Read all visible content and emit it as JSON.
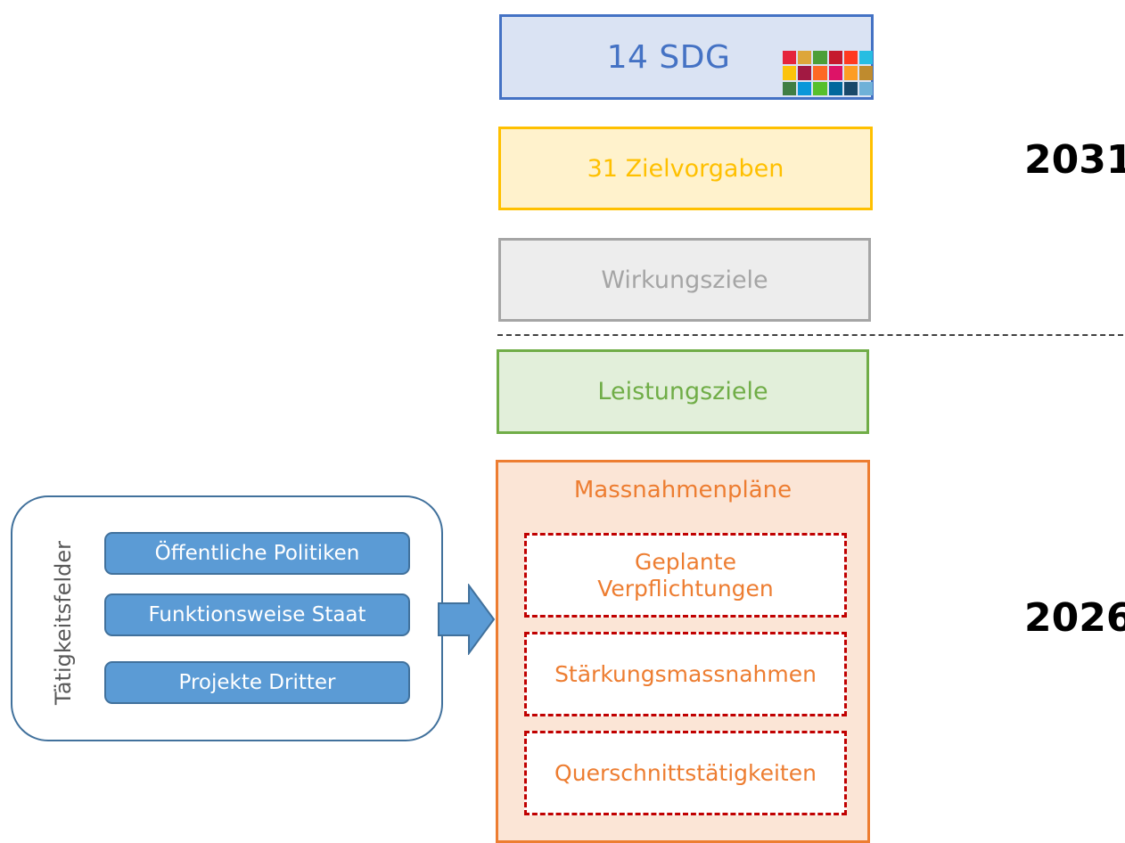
{
  "top_boxes": {
    "sdg": "14 SDG",
    "ziel": "31 Zielvorgaben",
    "wirkung": "Wirkungsziele",
    "leistung": "Leistungsziele"
  },
  "sdg_tile_colors": [
    "#e5243b",
    "#dda63a",
    "#4c9f38",
    "#c5192d",
    "#ff3a21",
    "#26bde2",
    "#fcc30b",
    "#a21942",
    "#fd6925",
    "#dd1367",
    "#fd9d24",
    "#bf8b2e",
    "#3f7e44",
    "#0a97d9",
    "#56c02b",
    "#00689d",
    "#19486a",
    "#6fb1d8"
  ],
  "massnahmen": {
    "title": "Massnahmenpläne",
    "items": [
      "Geplante\nVerpflichtungen",
      "Stärkungsmassnahmen",
      "Querschnittstätigkeiten"
    ]
  },
  "years": {
    "upper": "2031",
    "lower": "2026"
  },
  "taetigkeitsfelder": {
    "label": "Tätigkeitsfelder",
    "items": [
      "Öffentliche Politiken",
      "Funktionsweise Staat",
      "Projekte Dritter"
    ]
  },
  "colors": {
    "blue": "#4472c4",
    "gold": "#ffc000",
    "gray": "#a5a5a5",
    "green": "#70ad47",
    "orange": "#ed7d31",
    "red_dash": "#c00000",
    "button_blue": "#5b9bd5"
  }
}
